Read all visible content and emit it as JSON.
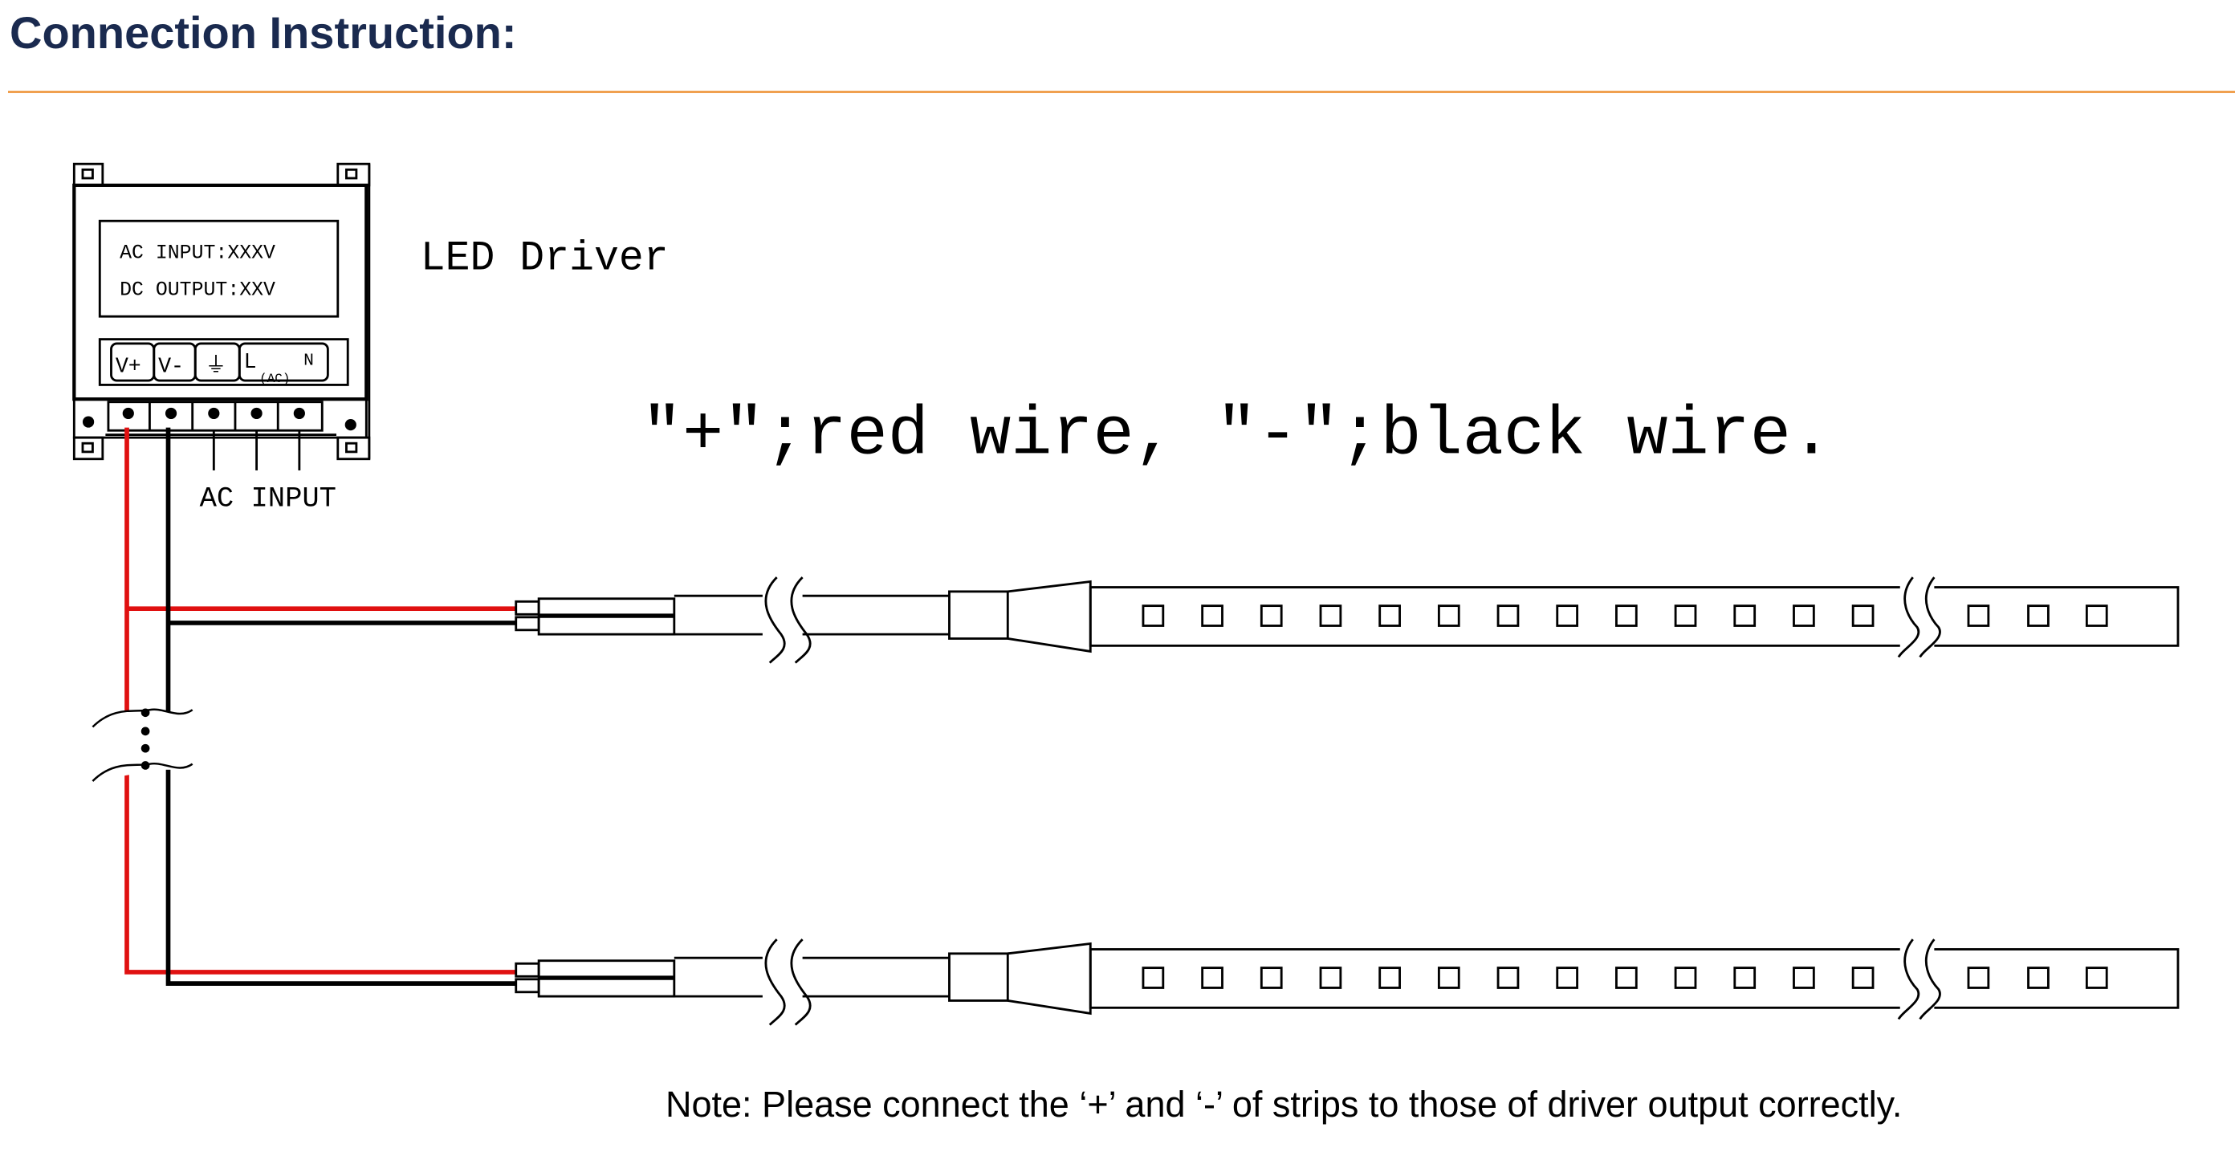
{
  "header": {
    "title": "Connection Instruction:"
  },
  "driver": {
    "name_label": "LED Driver",
    "ac_input_rating": "AC INPUT:XXXV",
    "dc_output_rating": "DC OUTPUT:XXV",
    "terminals": [
      "V+",
      "V-",
      "⏚",
      "L",
      "(AC)",
      "N"
    ],
    "ac_input_label": "AC INPUT"
  },
  "wiring_caption": "\"+\";red wire, \"-\";black wire.",
  "note": "Note: Please connect the ‘+’ and ‘-’ of strips to those of driver output correctly.",
  "colors": {
    "positive_wire": "#e01010",
    "negative_wire": "#000000",
    "title": "#1a2a4f",
    "rule": "#f0a04f"
  }
}
